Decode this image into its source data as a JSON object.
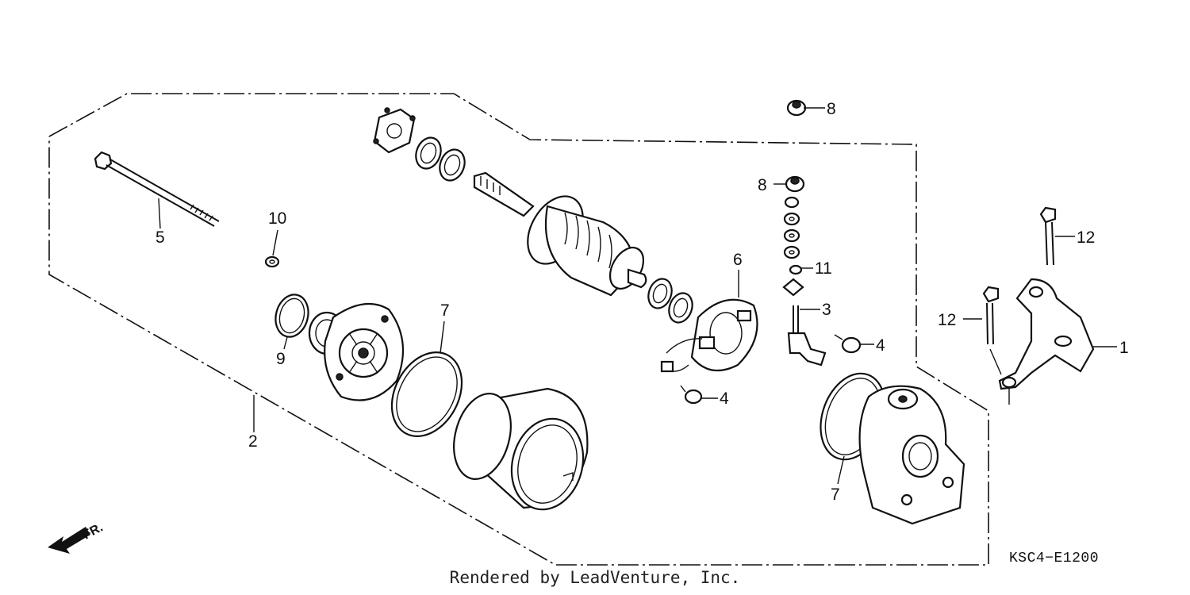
{
  "diagram": {
    "callouts": {
      "c1": "1",
      "c2": "2",
      "c3": "3",
      "c4a": "4",
      "c4b": "4",
      "c5": "5",
      "c6": "6",
      "c7a": "7",
      "c7b": "7",
      "c8a": "8",
      "c8b": "8",
      "c9": "9",
      "c10": "10",
      "c11": "11",
      "c12a": "12",
      "c12b": "12"
    },
    "front_indicator": "FR.",
    "diagram_code": "KSC4−E1200",
    "credit": "Rendered by LeadVenture, Inc."
  }
}
